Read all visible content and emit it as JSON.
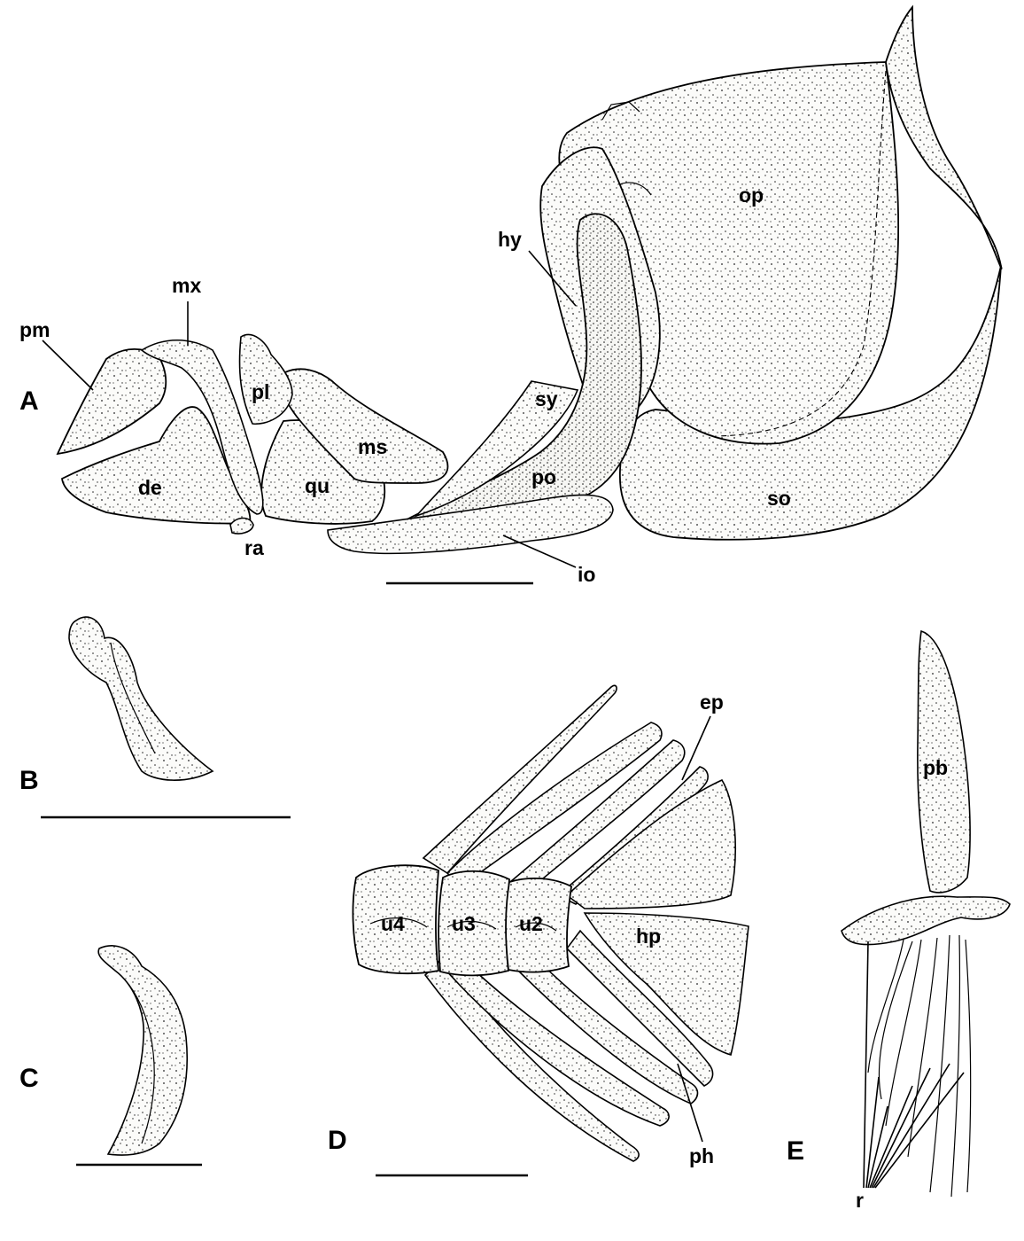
{
  "figure": {
    "panels": [
      {
        "id": "A",
        "letter": "A"
      },
      {
        "id": "B",
        "letter": "B"
      },
      {
        "id": "C",
        "letter": "C"
      },
      {
        "id": "D",
        "letter": "D"
      },
      {
        "id": "E",
        "letter": "E"
      }
    ],
    "labels": {
      "op": "op",
      "hy": "hy",
      "mx": "mx",
      "pm": "pm",
      "pl": "pl",
      "sy": "sy",
      "ms": "ms",
      "de": "de",
      "qu": "qu",
      "po": "po",
      "so": "so",
      "ra": "ra",
      "io": "io",
      "ep": "ep",
      "pb": "pb",
      "u4": "u4",
      "u3": "u3",
      "u2": "u2",
      "hp": "hp",
      "ph": "ph",
      "r": "r"
    }
  }
}
